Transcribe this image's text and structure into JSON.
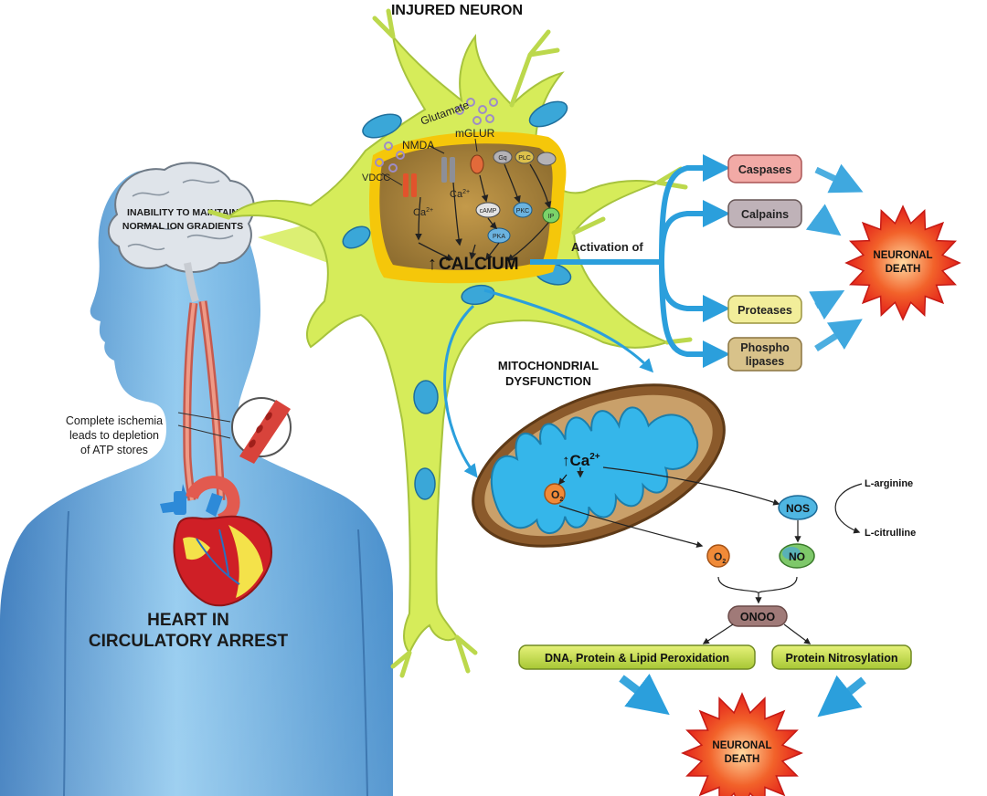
{
  "title": "INJURED NEURON",
  "left": {
    "brain_label_1": "INABILITY TO MAINTAIN",
    "brain_label_2": "NORMAL ION GRADIENTS",
    "ischemia_1": "Complete ischemia",
    "ischemia_2": "leads to depletion",
    "ischemia_3": "of ATP stores",
    "heart_label_1": "HEART IN",
    "heart_label_2": "CIRCULATORY ARREST"
  },
  "neuron": {
    "glutamate": "Glutamate",
    "nmda": "NMDA",
    "mglur": "mGLUR",
    "vdcc": "VDCC",
    "ca_left": "Ca",
    "ca_mid": "Ca",
    "ca_sup": "2+",
    "camp": "cAMP",
    "pka": "PKA",
    "pkc": "PKC",
    "gq": "Gq",
    "plc": "PLC",
    "ip3": "IP",
    "calcium": "CALCIUM",
    "up_arrow": "↑"
  },
  "activation": {
    "label": "Activation of",
    "items": [
      "Caspases",
      "Calpains",
      "Proteases",
      "Phospho",
      "lipases"
    ],
    "colors": [
      "#f2aaa6",
      "#bfb2b8",
      "#f2ee9a",
      "#d8c28a"
    ]
  },
  "death_1": [
    "NEURONAL",
    "DEATH"
  ],
  "death_2": [
    "NEURONAL",
    "DEATH"
  ],
  "mito": {
    "label_1": "MITOCHONDRIAL",
    "label_2": "DYSFUNCTION",
    "ca": "Ca",
    "ca_sup": "2+",
    "o2": "O",
    "o2_sub": "2",
    "o2_out": "O",
    "o2_out_sub": "2"
  },
  "nos": {
    "nos": "NOS",
    "l_arginine": "L-arginine",
    "l_citrulline": "L-citrulline",
    "no": "NO",
    "onoo": "ONOO"
  },
  "outcomes": {
    "left": "DNA, Protein & Lipid Peroxidation",
    "right": "Protein Nitrosylation"
  },
  "colors": {
    "neuron_fill": "#d6ec5a",
    "neuron_core": "#b08a3c",
    "neuron_halo": "#f5c70a",
    "arrow_blue": "#2b9fdc",
    "body_blue": "#6fb4e2",
    "mito_brown": "#8b5a2b",
    "mito_inner": "#35b6ea",
    "burst_red": "#ef2a1c"
  }
}
